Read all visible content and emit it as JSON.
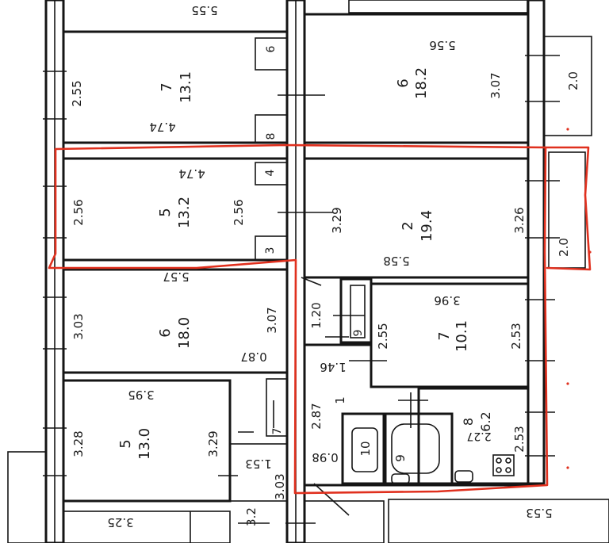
{
  "labels": {
    "top_room_dim": "5.55",
    "room_7_top_no": "7",
    "room_7_top_area": "13.1",
    "room_7_top_h": "2.55",
    "room_7_top_w": "4.74",
    "closet_6_top": "6",
    "closet_8_top": "8",
    "room_6_top_no": "6",
    "room_6_top_area": "18.2",
    "room_6_top_w": "5.56",
    "room_6_top_h": "3.07",
    "balcony_top": "2.0",
    "room_5_mid_no": "5",
    "room_5_mid_area": "13.2",
    "room_5_mid_h_left": "2.56",
    "room_5_mid_h_right": "2.56",
    "room_5_mid_w": "4.74",
    "closet_4": "4",
    "closet_3": "3",
    "room_2_no": "2",
    "room_2_area": "19.4",
    "room_2_h_left": "3.29",
    "room_2_h_right": "3.26",
    "room_2_w": "5.58",
    "balcony_mid": "2.0",
    "room_6_mid_w": "5.57",
    "room_6_mid_no": "6",
    "room_6_mid_area": "18.0",
    "room_6_mid_h_left": "3.03",
    "room_6_mid_h_right": "3.07",
    "room_6_mid_small": "0.87",
    "storage_dim": "1.20",
    "storage_no": "9",
    "room_7_mid_no": "7",
    "room_7_mid_area": "10.1",
    "room_7_mid_w": "3.96",
    "room_7_mid_h_left": "2.55",
    "room_7_mid_h_right": "2.53",
    "hall_width": "1.46",
    "hall_no": "1",
    "hall_h": "2.87",
    "hall_w": "0.98",
    "wc_no": "10",
    "bath_no": "9",
    "kitchen_no": "8",
    "kitchen_area": "6.2",
    "kitchen_w": "2.27",
    "kitchen_h": "2.53",
    "room_5_low_no": "5",
    "room_5_low_area": "13.0",
    "room_5_low_w": "3.95",
    "room_5_low_h_left": "3.28",
    "room_5_low_h_right": "3.29",
    "closet_7_low": "7",
    "closet_1_53": "1.53",
    "closet_3_03": "3.03",
    "low_room_w": "3.25",
    "low_closet_no": "3.2",
    "low_right_w": "5.53"
  },
  "colors": {
    "wall": "#151515",
    "highlight": "#e0301e",
    "background": "#ffffff"
  }
}
